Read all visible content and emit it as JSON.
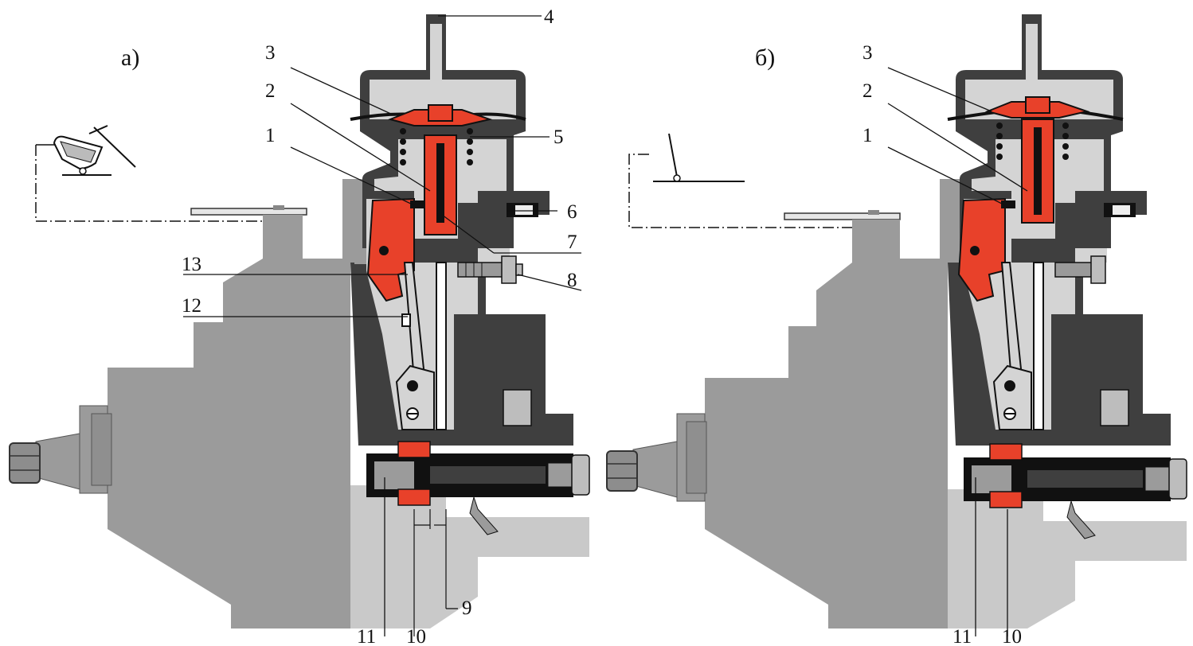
{
  "panels": [
    {
      "id": "a",
      "label": "а)",
      "callouts": [
        "1",
        "2",
        "3",
        "4",
        "5",
        "6",
        "7",
        "8",
        "9",
        "10",
        "11",
        "12",
        "13"
      ]
    },
    {
      "id": "b",
      "label": "б)",
      "callouts": [
        "1",
        "2",
        "3",
        "10",
        "11"
      ]
    }
  ],
  "colors": {
    "housing": "#9b9b9b",
    "housing_light": "#c9c9c9",
    "cavity": "#dcdcdc",
    "dark": "#3f3f3f",
    "black": "#111111",
    "highlight": "#e8412a",
    "background": "#ffffff"
  }
}
